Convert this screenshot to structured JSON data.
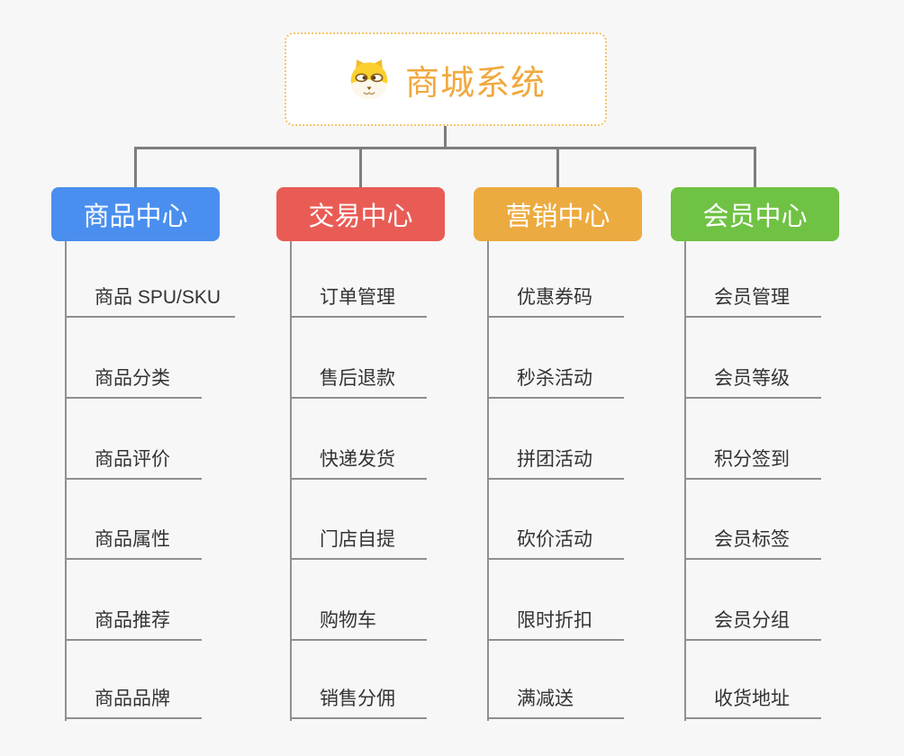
{
  "root": {
    "title": "商城系统",
    "icon": "dog-face-icon"
  },
  "branches": [
    {
      "id": "product-center",
      "label": "商品中心",
      "color": "#4a8fef",
      "children": [
        "商品 SPU/SKU",
        "商品分类",
        "商品评价",
        "商品属性",
        "商品推荐",
        "商品品牌"
      ]
    },
    {
      "id": "trade-center",
      "label": "交易中心",
      "color": "#e95c55",
      "children": [
        "订单管理",
        "售后退款",
        "快递发货",
        "门店自提",
        "购物车",
        "销售分佣"
      ]
    },
    {
      "id": "marketing-center",
      "label": "营销中心",
      "color": "#ecab40",
      "children": [
        "优惠券码",
        "秒杀活动",
        "拼团活动",
        "砍价活动",
        "限时折扣",
        "满减送"
      ]
    },
    {
      "id": "member-center",
      "label": "会员中心",
      "color": "#6fc243",
      "children": [
        "会员管理",
        "会员等级",
        "积分签到",
        "会员标签",
        "会员分组",
        "收货地址"
      ]
    }
  ],
  "colors": {
    "background": "#f7f7f7",
    "node_bg": "#ffffff",
    "root_accent": "#f0a93e",
    "root_border": "#f4c469",
    "connector": "#7d7d7d",
    "branch_line": "#909090",
    "item_text": "#333333",
    "header_text": "#ffffff"
  }
}
